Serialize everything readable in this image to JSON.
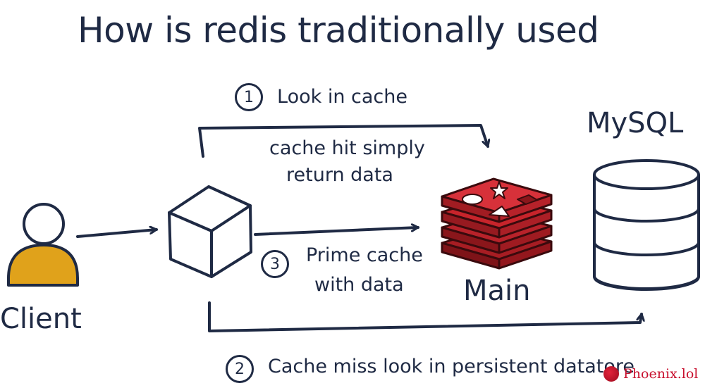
{
  "title": "How is redis traditionally used",
  "nodes": {
    "client": {
      "label": "Client",
      "color": "#e0a21b"
    },
    "app": {
      "icon": "cube-icon"
    },
    "redis": {
      "label": "Main",
      "icon": "redis-icon",
      "color": "#c8242b"
    },
    "mysql": {
      "label": "MySQL",
      "icon": "database-icon"
    }
  },
  "steps": [
    {
      "number": "1",
      "label": "Look in cache"
    },
    {
      "number": "2",
      "label": "Cache miss look in persistent datatore"
    },
    {
      "number": "3",
      "label_line1": "Prime cache",
      "label_line2": "with data"
    }
  ],
  "note": {
    "line1": "cache hit simply",
    "line2": "return data"
  },
  "watermark": "Phoenix.lol"
}
